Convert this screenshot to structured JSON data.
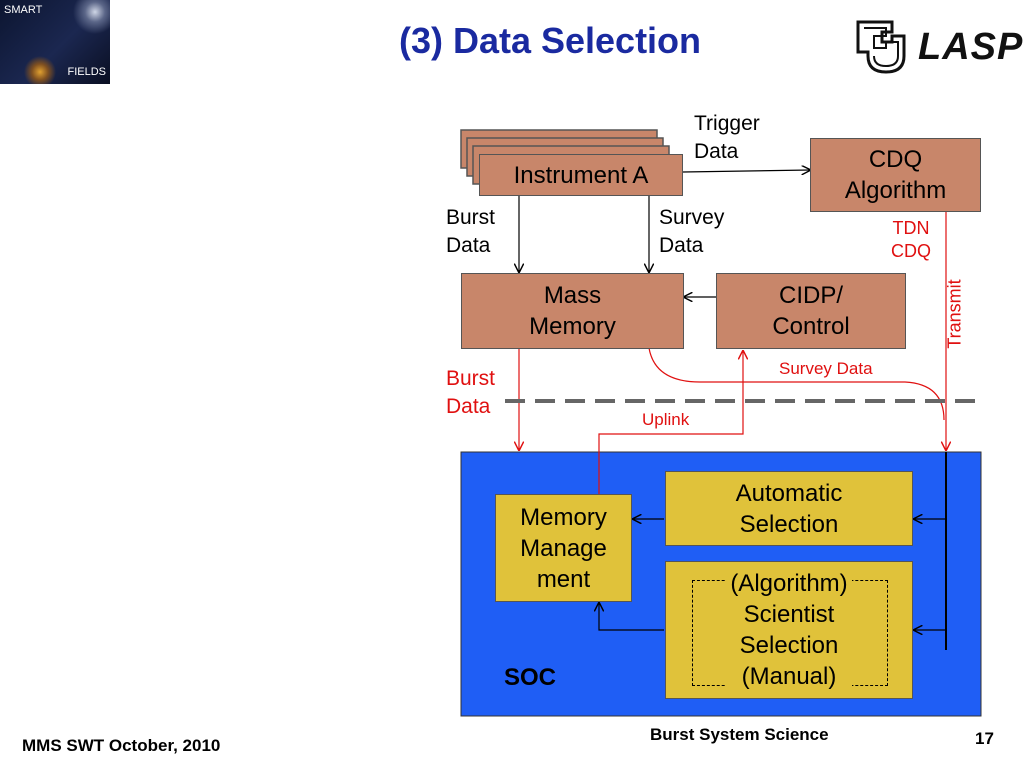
{
  "header": {
    "title": "(3) Data Selection",
    "logo_left_top": "SMART",
    "logo_left_bottom": "FIELDS",
    "logo_right_text": "LASP"
  },
  "diagram": {
    "instrument": "Instrument A",
    "trigger_data": [
      "Trigger",
      "Data"
    ],
    "cdq": [
      "CDQ",
      "Algorithm"
    ],
    "tdn_cdq": [
      "TDN",
      "CDQ"
    ],
    "transmit": "Transmit",
    "burst_data_top": [
      "Burst",
      "Data"
    ],
    "survey_data_top": [
      "Survey",
      "Data"
    ],
    "mass_memory": [
      "Mass",
      "Memory"
    ],
    "cidp": [
      "CIDP/",
      "Control"
    ],
    "survey_data_red": "Survey Data",
    "burst_data_red": [
      "Burst",
      "Data"
    ],
    "uplink": "Uplink",
    "memory_management": [
      "Memory",
      "Manage",
      "ment"
    ],
    "automatic_selection": [
      "Automatic",
      "Selection"
    ],
    "scientist_selection": [
      "(Algorithm)",
      "Scientist",
      "Selection",
      "(Manual)"
    ],
    "soc": "SOC"
  },
  "footer": {
    "left": "MMS SWT October, 2010",
    "center": "Burst System Science",
    "page": "17"
  },
  "colors": {
    "brown_box": "#c8866a",
    "yellow_box": "#e0c23a",
    "soc_blue": "#1f5ef5",
    "red_lines": "#e01010",
    "title_blue": "#1a2aa0"
  }
}
